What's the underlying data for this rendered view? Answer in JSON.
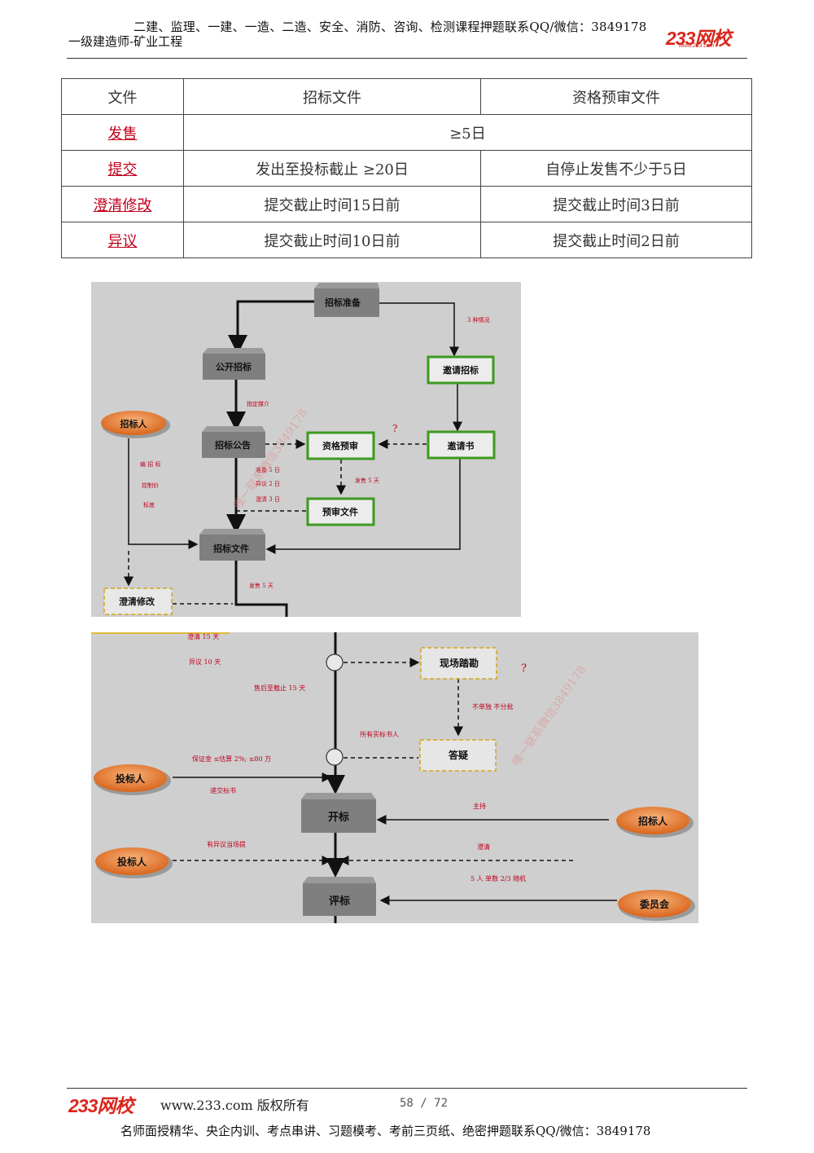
{
  "header": {
    "top_line": "二建、监理、一建、一造、二造、安全、消防、咨询、检测课程押题联系QQ/微信：3849178",
    "sub_line": "一级建造师-矿业工程",
    "logo": "233网校",
    "logo_url": "www.233.com"
  },
  "table": {
    "headers": [
      "文件",
      "招标文件",
      "资格预审文件"
    ],
    "rows": [
      {
        "label": "发售",
        "merged": "≥5日"
      },
      {
        "label": "提交",
        "col1": "发出至投标截止 ≥20日",
        "col2": "自停止发售不少于5日"
      },
      {
        "label": "澄清修改",
        "col1": "提交截止时间15日前",
        "col2": "提交截止时间3日前"
      },
      {
        "label": "异议",
        "col1": "提交截止时间10日前",
        "col2": "提交截止时间2日前"
      }
    ]
  },
  "diagram1": {
    "nodes": {
      "prep": "招标准备",
      "open": "公开招标",
      "invite": "邀请招标",
      "bidder": "招标人",
      "notice": "招标公告",
      "prequal": "资格预审",
      "letter": "邀请书",
      "predoc": "预审文件",
      "tenderdoc": "招标文件",
      "clarify": "澄清修改"
    },
    "labels": {
      "three": "3 种情况",
      "media": "指定媒介",
      "question": "?",
      "prep5": "准备 5 日",
      "object2": "异议 2 日",
      "clarify3": "澄清 3 日",
      "sale5a": "发售 5 天",
      "compile1": "编 招 标",
      "compile2": "控制价",
      "compile3": "标底",
      "sale5b": "发售 5 天"
    },
    "watermark": "唯一联系微信3849178"
  },
  "diagram2": {
    "nodes": {
      "site": "现场踏勘",
      "qa": "答疑",
      "bidder1": "投标人",
      "opening": "开标",
      "tenderer": "招标人",
      "bidder2": "投标人",
      "evaluation": "评标",
      "committee": "委员会"
    },
    "labels": {
      "clarify15": "澄清 15 天",
      "object10": "异议 10 天",
      "sale15": "售后至截止 15 天",
      "nosingle": "不单独 不分批",
      "allbuyers": "所有买标书人",
      "question": "?",
      "deposit": "保证金 ≤估算 2%; ≤80 万",
      "submit": "递交标书",
      "host": "主持",
      "objection": "有异议当场提",
      "clarify": "澄清",
      "five": "5 人 单数 2/3 随机"
    },
    "watermark": "唯一联系微信3849178"
  },
  "footer": {
    "logo": "233网校",
    "url": "www.233.com 版权所有",
    "page": "58 / 72",
    "bottom_line": "名师面授精华、央企内训、考点串讲、习题模考、考前三页纸、绝密押题联系QQ/微信：3849178"
  }
}
